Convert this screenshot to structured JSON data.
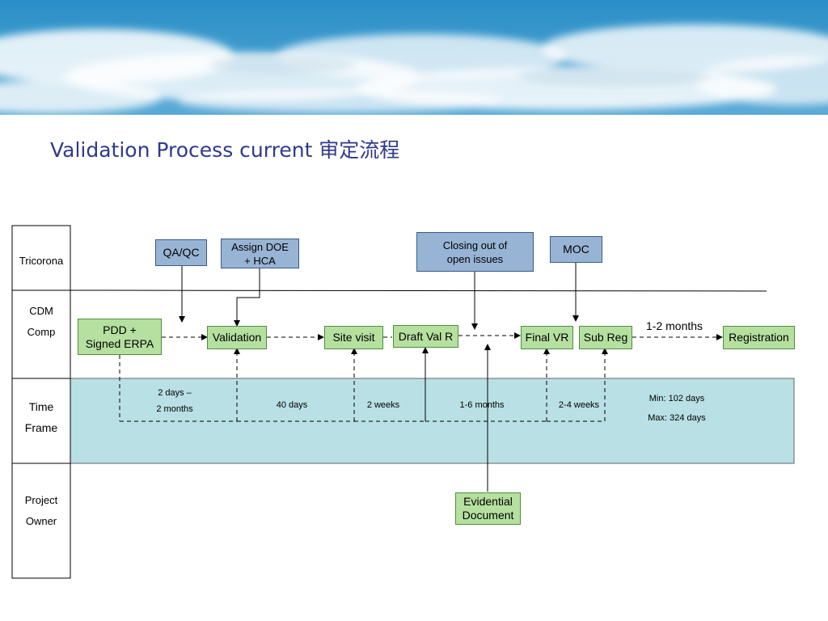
{
  "title": "Validation Process current 审定流程",
  "lanes": {
    "tricorona": "Tricorona",
    "cdm": "CDM\nComp",
    "timeframe": "Time\nFrame",
    "owner": "Project\nOwner"
  },
  "tricorona_boxes": {
    "qaqc": "QA/QC",
    "assign": "Assign DOE\n+ HCA",
    "closing": "Closing out of\nopen issues",
    "moc": "MOC"
  },
  "process_steps": {
    "pdd": "PDD +\nSigned ERPA",
    "validation": "Validation",
    "site_visit": "Site visit",
    "draft": "Draft Val R",
    "final": "Final VR",
    "subreg": "Sub Reg",
    "registration": "Registration"
  },
  "evidential": "Evidential\nDocument",
  "durations": {
    "d1": "2 days –\n2 months",
    "d2": "40 days",
    "d3": "2 weeks",
    "d4": "1-6 months",
    "d5": "2-4 weeks",
    "min": "Min: 102 days",
    "max": "Max: 324 days",
    "reg": "1-2 months"
  },
  "colors": {
    "step_fill": "#b5e0a0",
    "tricorona_fill": "#98b4d4",
    "timeframe_fill": "#b9e0e4",
    "title": "#2f3a8c"
  }
}
